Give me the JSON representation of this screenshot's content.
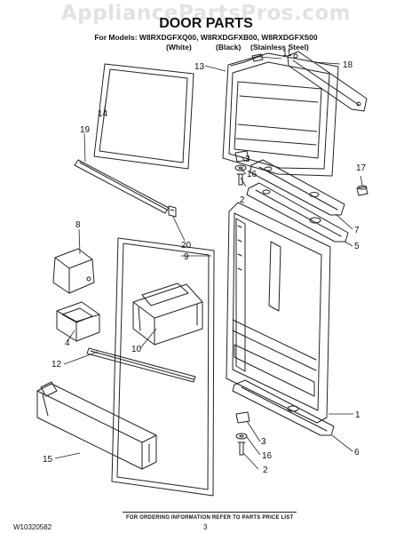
{
  "watermark": "AppliancePartsPros.com",
  "header": {
    "title": "DOOR PARTS",
    "models_line": "For Models: W8RXDGFXQ00, W8RXDGFXB00, W8RXDGFXS00",
    "finish_white": "(White)",
    "finish_black": "(Black)",
    "finish_stainless": "(Stainless Steel)"
  },
  "callouts": {
    "c1": "1",
    "c2a": "2",
    "c2b": "2",
    "c3a": "3",
    "c3b": "3",
    "c4": "4",
    "c5": "5",
    "c6": "6",
    "c7": "7",
    "c8": "8",
    "c9": "9",
    "c10": "10",
    "c11": "11",
    "c12": "12",
    "c13": "13",
    "c14": "14",
    "c15": "15",
    "c16a": "16",
    "c16b": "16",
    "c17": "17",
    "c18": "18",
    "c19": "19",
    "c20": "20"
  },
  "footer": {
    "ordering_note": "FOR ORDERING INFORMATION REFER TO PARTS PRICE LIST",
    "document_number": "W10320582",
    "page_number": "3"
  }
}
